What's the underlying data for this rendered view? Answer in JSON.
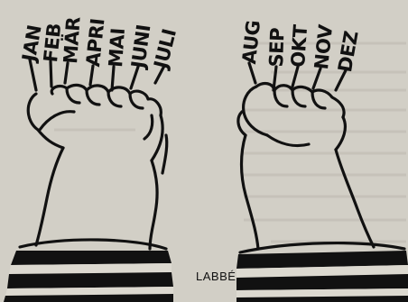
{
  "illustration": {
    "subject": "hands",
    "months_left_hand": [
      "JAN",
      "FEB",
      "MÄR",
      "APRI",
      "MAI",
      "JUNI",
      "JULI"
    ],
    "months_right_hand": [
      "AUG",
      "SEP",
      "OKT",
      "NOV",
      "DEZ"
    ],
    "signature": "LABBÉ"
  },
  "colors": {
    "paper": "#d2cfc6",
    "ink": "#111111",
    "stripe_light": "#dcd9d0"
  }
}
